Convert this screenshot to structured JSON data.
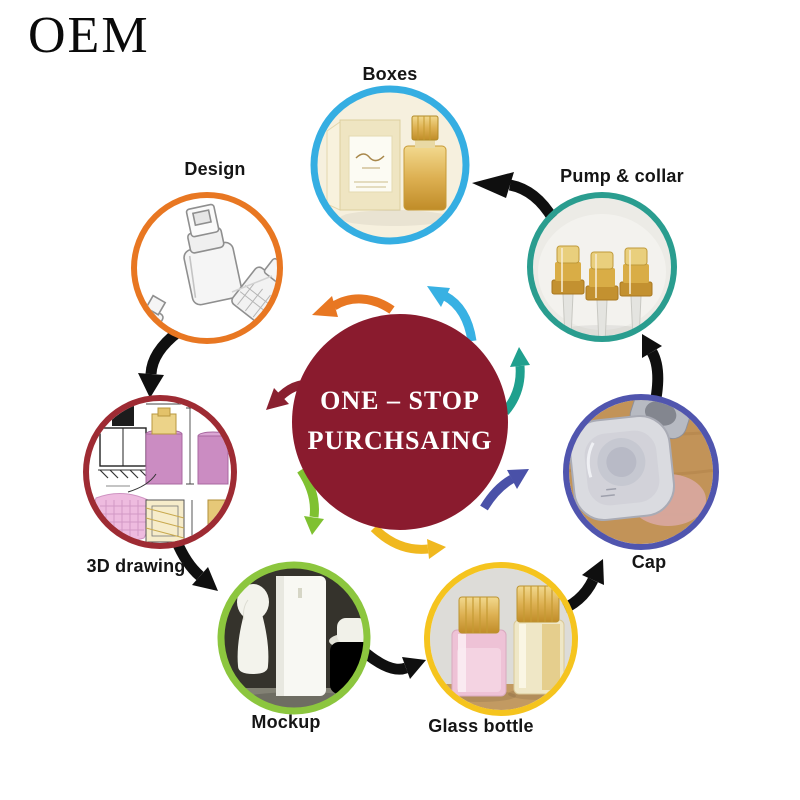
{
  "logo": {
    "text": "OEM"
  },
  "center": {
    "line1": "ONE – STOP",
    "line2": "PURCHSAING",
    "color": "#8a1b2e",
    "text_color": "#ffffff"
  },
  "steps": [
    {
      "id": "design",
      "label": "Design",
      "ring_color": "#e87722",
      "arrow_color": "#e87722"
    },
    {
      "id": "drawing3d",
      "label": "3D drawing",
      "ring_color": "#9e2b33",
      "arrow_color": "#8a2030"
    },
    {
      "id": "mockup",
      "label": "Mockup",
      "ring_color": "#8cc63e",
      "arrow_color": "#7fc131"
    },
    {
      "id": "glass_bottle",
      "label": "Glass bottle",
      "ring_color": "#f5c41e",
      "arrow_color": "#f0b81f"
    },
    {
      "id": "cap",
      "label": "Cap",
      "ring_color": "#5055ae",
      "arrow_color": "#4a51a8"
    },
    {
      "id": "pump_collar",
      "label": "Pump & collar",
      "ring_color": "#2a9d8f",
      "arrow_color": "#1fa08e"
    },
    {
      "id": "boxes",
      "label": "Boxes",
      "ring_color": "#35aee2",
      "arrow_color": "#38b1e3"
    }
  ],
  "colors": {
    "flow_arrow": "#0f0f0f"
  }
}
